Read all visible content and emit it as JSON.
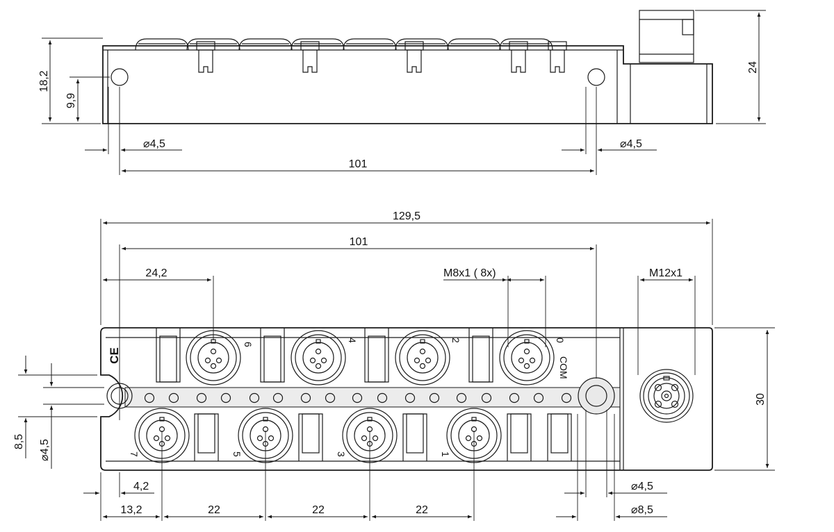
{
  "dimensions": {
    "side_height_total": "18,2",
    "side_hole_height": "9,9",
    "side_hole_dia_left": "4,5",
    "side_hole_dia_right": "4,5",
    "side_hole_spacing": "101",
    "side_height_connector": "24",
    "top_total_length": "129,5",
    "top_hole_spacing": "101",
    "top_first_port": "24,2",
    "thread_m8": "M8x1 ( 8x)",
    "thread_m12": "M12x1",
    "width": "30",
    "left_height": "8,5",
    "left_hole_dia": "4,5",
    "left_offset": "4,2",
    "port_start": "13,2",
    "pitch_1": "22",
    "pitch_2": "22",
    "pitch_3": "22",
    "right_hole_dia": "4,5",
    "right_boss_dia": "8,5"
  },
  "labels": {
    "port_top": [
      "6",
      "4",
      "2",
      "0"
    ],
    "port_bottom": [
      "7",
      "5",
      "3",
      "1"
    ],
    "com": "COM",
    "ce": "CE"
  }
}
